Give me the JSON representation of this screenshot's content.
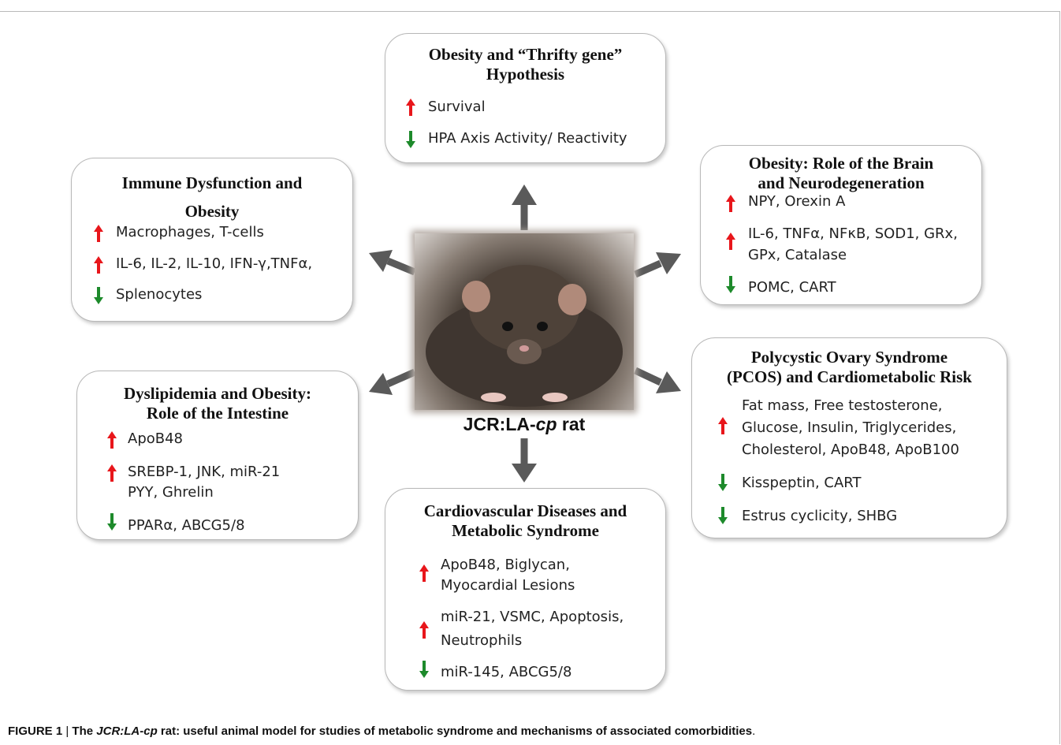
{
  "center": {
    "image_alt": "JCR:LA-cp rat photo",
    "label_prefix": "JCR:LA-",
    "label_italic": "cp",
    "label_suffix": " rat"
  },
  "boxes": {
    "thrifty": {
      "title_line1": "Obesity and “Thrifty gene”",
      "title_line2": "Hypothesis",
      "items": [
        "Survival",
        "HPA Axis Activity/ Reactivity"
      ]
    },
    "immune": {
      "title_line1": "Immune Dysfunction and",
      "title_line2": "Obesity",
      "items": [
        "Macrophages, T-cells",
        "IL-6, IL-2, IL-10, IFN-γ,TNFα,",
        "Splenocytes"
      ]
    },
    "brain": {
      "title_line1": "Obesity: Role of the Brain",
      "title_line2": "and Neurodegeneration",
      "items": [
        "NPY, Orexin A",
        "IL-6, TNFα, NFκB, SOD1, GRx,",
        "GPx, Catalase",
        "POMC, CART"
      ]
    },
    "pcos": {
      "title_line1": "Polycystic Ovary Syndrome",
      "title_line2": "(PCOS) and Cardiometabolic Risk",
      "items": [
        "Fat mass, Free testosterone,",
        "Glucose, Insulin, Triglycerides,",
        "Cholesterol, ApoB48, ApoB100",
        "Kisspeptin,  CART",
        "Estrus cyclicity, SHBG"
      ]
    },
    "dyslipidemia": {
      "title_line1": "Dyslipidemia and Obesity:",
      "title_line2": "Role of the Intestine",
      "items": [
        "ApoB48",
        "SREBP-1, JNK, miR-21",
        "PYY, Ghrelin",
        "PPARα, ABCG5/8"
      ]
    },
    "cardio": {
      "title_line1": "Cardiovascular Diseases and",
      "title_line2": "Metabolic Syndrome",
      "items": [
        "ApoB48, Biglycan,",
        "Myocardial Lesions",
        "miR-21, VSMC, Apoptosis,",
        "Neutrophils",
        "miR-145, ABCG5/8"
      ]
    }
  },
  "caption": {
    "figure_label": "FIGURE 1",
    "separator": " | ",
    "part1": "The ",
    "part2_italic": "JCR:LA-cp",
    "part3": " rat: useful animal model for studies of metabolic syndrome and mechanisms of associated comorbidities",
    "period": "."
  },
  "colors": {
    "up_arrow": "#e8161b",
    "down_arrow": "#1d8a2b",
    "connector": "#5a5a5a",
    "box_border": "#b8b8b8"
  }
}
